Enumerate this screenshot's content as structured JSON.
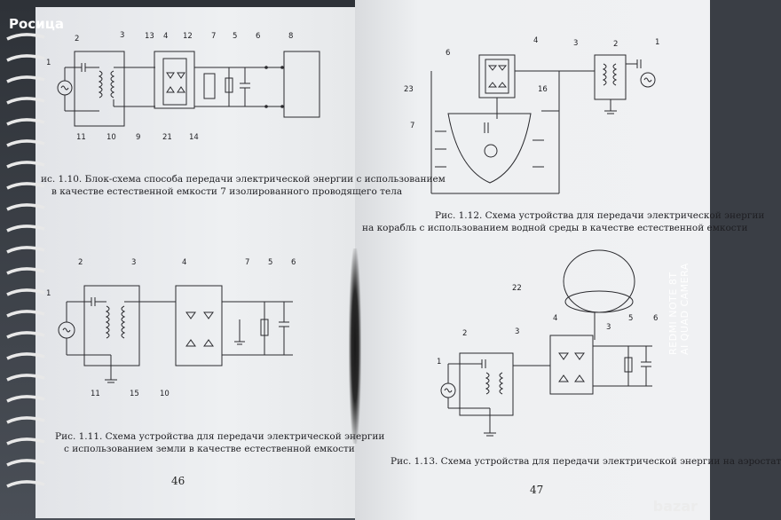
{
  "watermark": {
    "brand": "Росица",
    "site": "bazar"
  },
  "camera_stamp": {
    "line1": "REDMI NOTE 8T",
    "line2": "AI QUAD CAMERA"
  },
  "pages": {
    "left": {
      "number": "46",
      "fig10": {
        "caption_line1": "ис. 1.10. Блок-схема способа передачи электрической энергии с использованием",
        "caption_line2": "в качестве естественной емкости 7 изолированного проводящего тела"
      },
      "fig11": {
        "caption_line1": "Рис. 1.11. Схема устройства для передачи электрической энергии",
        "caption_line2": "с использованием земли в качестве естественной емкости"
      }
    },
    "right": {
      "number": "47",
      "fig12": {
        "caption_line1": "Рис. 1.12. Схема устройства для передачи электрической энергии",
        "caption_line2": "на корабль с использованием водной среды в качестве естественной емкости"
      },
      "fig13": {
        "caption_line1": "Рис. 1.13. Схема устройства для передачи электрической энергии на аэростат"
      }
    }
  }
}
